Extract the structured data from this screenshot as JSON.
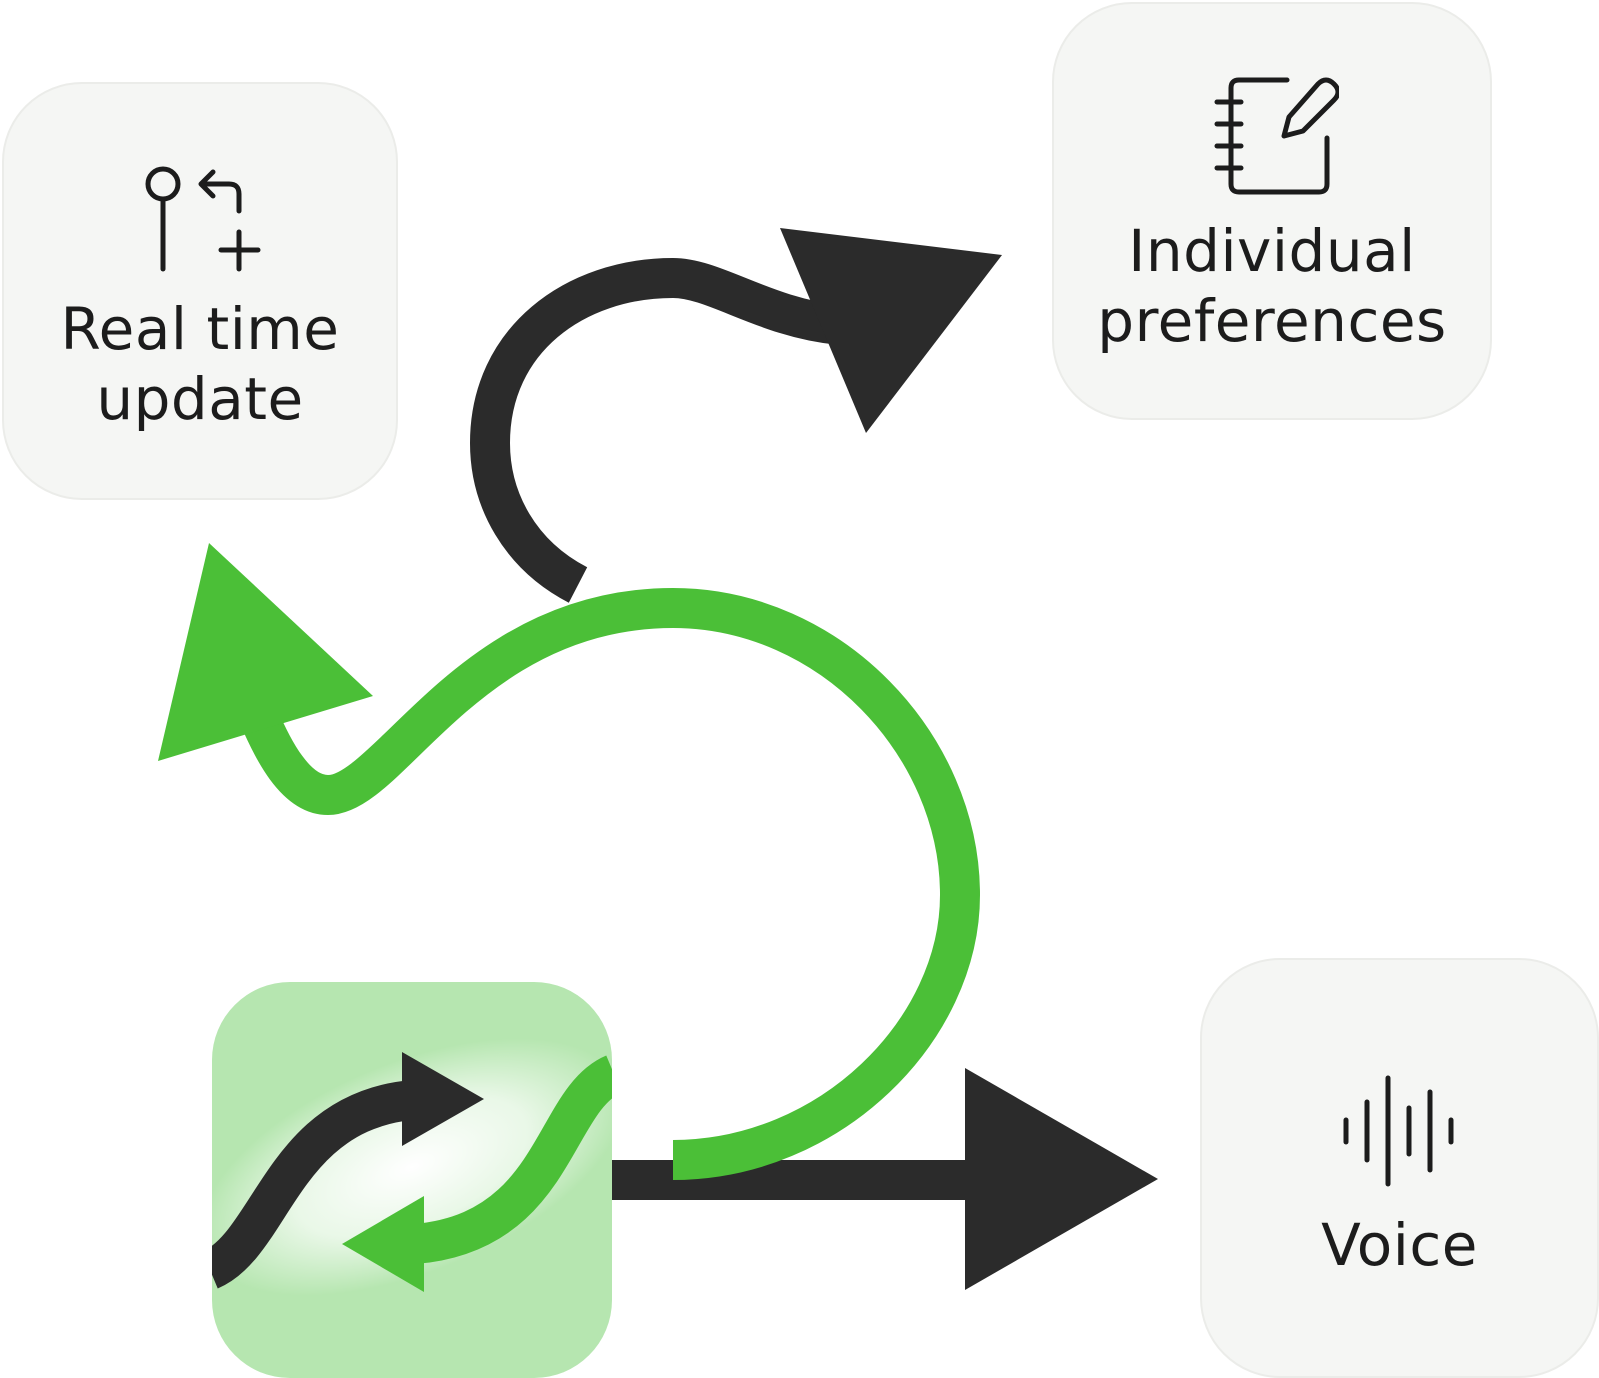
{
  "colors": {
    "accent_green": "#4bbf37",
    "dark_arrow": "#2b2b2b",
    "card_bg": "#f5f6f4",
    "hub_bg": "#b6e6b0"
  },
  "cards": {
    "real_time_update": {
      "icon": "git-branch-plus-icon",
      "label_line1": "Real time",
      "label_line2": "update"
    },
    "individual_preferences": {
      "icon": "notebook-pen-icon",
      "label_line1": "Individual",
      "label_line2": "preferences"
    },
    "voice": {
      "icon": "audio-waveform-icon",
      "label_line1": "Voice"
    }
  },
  "hub": {
    "icon": "sync-arrows-icon"
  }
}
